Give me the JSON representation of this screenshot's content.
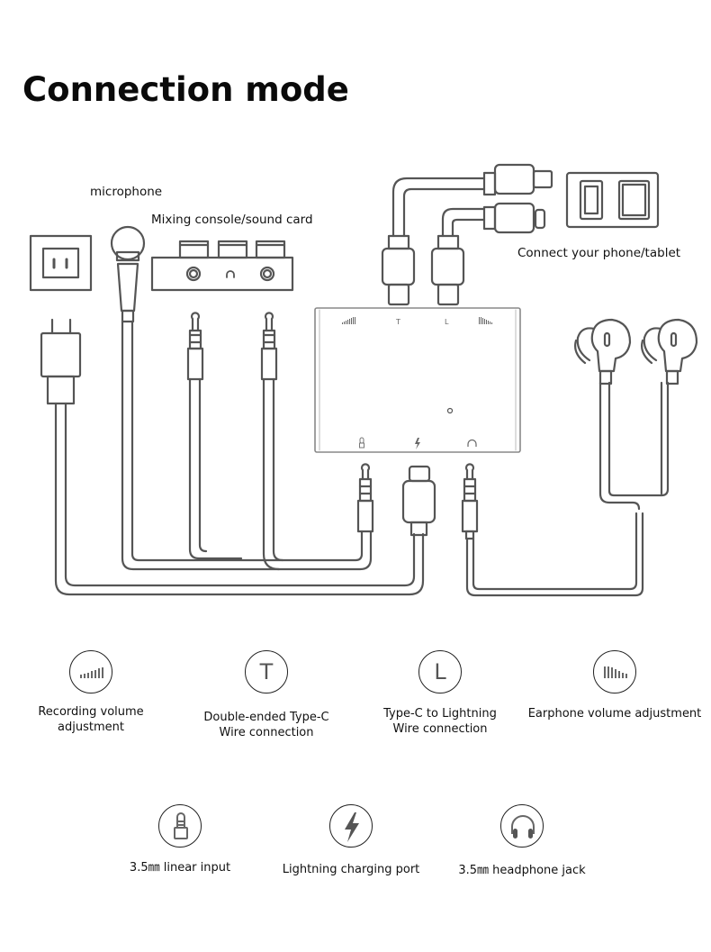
{
  "header": {
    "title": "Connection mode"
  },
  "diagram": {
    "labels": {
      "microphone": "microphone",
      "mixing_console": "Mixing console/sound card",
      "phone_tablet": "Connect your phone/tablet"
    },
    "device_panel": {
      "top_markings": [
        "T",
        "L"
      ],
      "top_icons": [
        "recording-volume-bars-icon",
        "earphone-volume-bars-icon"
      ],
      "bottom_icons": [
        "line-input-plug-icon",
        "lightning-bolt-icon",
        "headphone-icon"
      ]
    },
    "stroke_color": "#555555"
  },
  "features": [
    {
      "icon": "recording-volume-icon",
      "lines": [
        "Recording volume",
        "adjustment"
      ]
    },
    {
      "icon": "type-c-T-icon",
      "glyph": "T",
      "lines": [
        "Double-ended Type-C",
        "Wire connection"
      ]
    },
    {
      "icon": "lightning-L-icon",
      "glyph": "L",
      "lines": [
        "Type-C to Lightning",
        "Wire connection"
      ]
    },
    {
      "icon": "earphone-volume-icon",
      "lines": [
        "Earphone volume adjustment"
      ]
    },
    {
      "icon": "line-input-icon",
      "lines": [
        "3.5㎜ linear input"
      ]
    },
    {
      "icon": "lightning-bolt-icon",
      "lines": [
        "Lightning charging port"
      ]
    },
    {
      "icon": "headphone-icon",
      "lines": [
        "3.5㎜ headphone jack"
      ]
    }
  ]
}
